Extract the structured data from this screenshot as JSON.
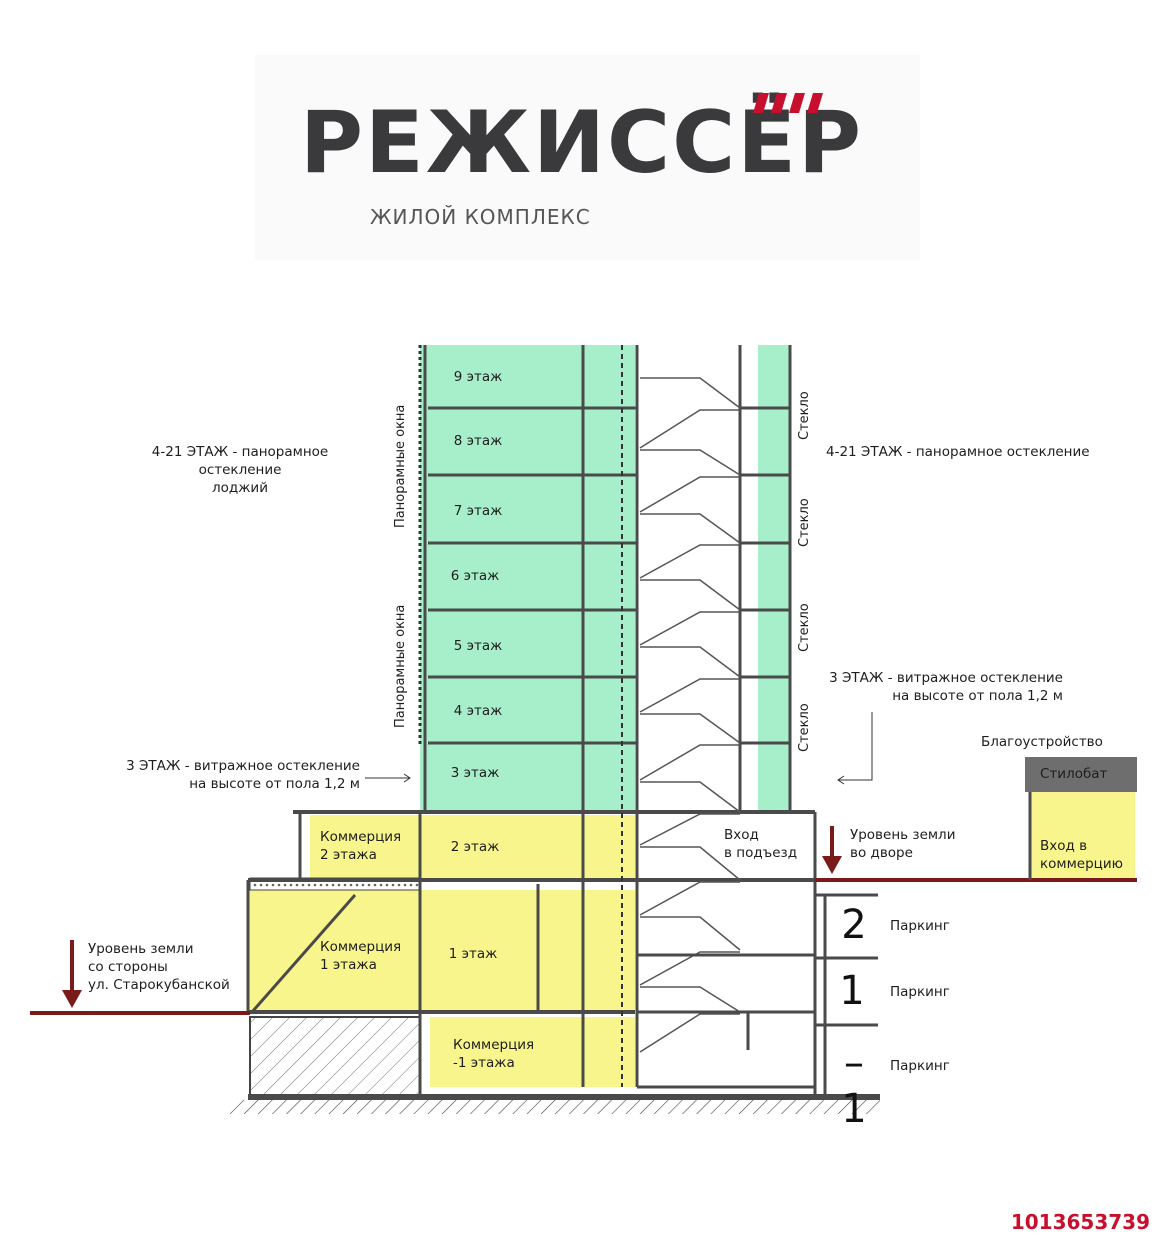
{
  "logo": {
    "title": "РЕЖИССЁР",
    "subtitle": "ЖИЛОЙ КОМПЛЕКС"
  },
  "floors": [
    "9 этаж",
    "8 этаж",
    "7 этаж",
    "6 этаж",
    "5 этаж",
    "4 этаж",
    "3 этаж",
    "2 этаж",
    "1 этаж"
  ],
  "commerce": {
    "c2": "Коммерция\n2 этажа",
    "c1": "Коммерция\n1 этажа",
    "cm1": "Коммерция\n-1 этажа"
  },
  "left_labels": {
    "panoramic_loggias": "4-21 ЭТАЖ - панорамное\nостекление\nлоджий",
    "third_floor": "3 ЭТАЖ - витражное остекление\nна высоте от пола 1,2 м",
    "ground_street": "Уровень земли\nсо стороны\nул. Старокубанской",
    "pan_windows_1": "Панорамные окна",
    "pan_windows_2": "Панорамные окна"
  },
  "right_labels": {
    "panoramic": "4-21 ЭТАЖ - панорамное остекление",
    "third_floor": "3 ЭТАЖ - витражное остекление\nна высоте от пола 1,2 м",
    "landscaping": "Благоустройство",
    "stylobate": "Стилобат",
    "commerce_entry": "Вход в\nкоммерцию",
    "entrance": "Вход\nв подъезд",
    "ground_yard": "Уровень земли\nво дворе",
    "glass": [
      "Стекло",
      "Стекло",
      "Стекло",
      "Стекло"
    ]
  },
  "parking": [
    {
      "num": "2",
      "label": "Паркинг"
    },
    {
      "num": "1",
      "label": "Паркинг"
    },
    {
      "num": "–1",
      "label": "Паркинг"
    }
  ],
  "ad_id": "1013653739",
  "colors": {
    "green": "#a7efca",
    "yellow": "#f8f58c",
    "dark_red": "#7a1b1b",
    "structure": "#4a4a4a",
    "brand_red": "#c8102e"
  }
}
